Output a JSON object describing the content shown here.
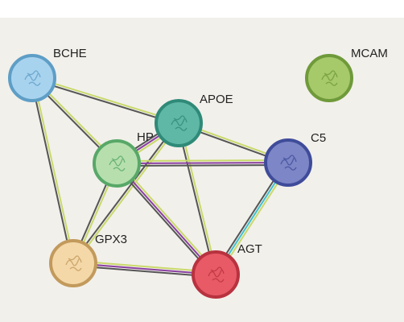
{
  "network": {
    "nodes": [
      {
        "id": "BCHE",
        "label": "BCHE",
        "color": "#a8d3ef",
        "stroke": "#5e9ec6"
      },
      {
        "id": "MCAM",
        "label": "MCAM",
        "color": "#a6c96a",
        "stroke": "#6f9a3a"
      },
      {
        "id": "APOE",
        "label": "APOE",
        "color": "#5fb7a6",
        "stroke": "#2f8a78"
      },
      {
        "id": "HP",
        "label": "HP",
        "color": "#b7dfae",
        "stroke": "#58a868"
      },
      {
        "id": "C5",
        "label": "C5",
        "color": "#7d86c6",
        "stroke": "#3f4c9a"
      },
      {
        "id": "GPX3",
        "label": "GPX3",
        "color": "#f4d8a8",
        "stroke": "#c29a5c"
      },
      {
        "id": "AGT",
        "label": "AGT",
        "color": "#e85a66",
        "stroke": "#b8323f"
      }
    ],
    "edges": [
      {
        "a": "BCHE",
        "b": "APOE",
        "colors": [
          "#c9d96a",
          "#555555"
        ]
      },
      {
        "a": "BCHE",
        "b": "HP",
        "colors": [
          "#c9d96a",
          "#555555"
        ]
      },
      {
        "a": "BCHE",
        "b": "GPX3",
        "colors": [
          "#c9d96a",
          "#555555"
        ]
      },
      {
        "a": "APOE",
        "b": "HP",
        "colors": [
          "#c9d96a",
          "#8a3fa0",
          "#555555"
        ]
      },
      {
        "a": "APOE",
        "b": "C5",
        "colors": [
          "#c9d96a",
          "#555555"
        ]
      },
      {
        "a": "APOE",
        "b": "GPX3",
        "colors": [
          "#c9d96a",
          "#555555"
        ]
      },
      {
        "a": "APOE",
        "b": "AGT",
        "colors": [
          "#c9d96a",
          "#555555"
        ]
      },
      {
        "a": "HP",
        "b": "C5",
        "colors": [
          "#c9d96a",
          "#8a3fa0",
          "#555555"
        ]
      },
      {
        "a": "HP",
        "b": "GPX3",
        "colors": [
          "#c9d96a",
          "#555555"
        ]
      },
      {
        "a": "HP",
        "b": "AGT",
        "colors": [
          "#c9d96a",
          "#8a3fa0",
          "#555555"
        ]
      },
      {
        "a": "C5",
        "b": "AGT",
        "colors": [
          "#c9d96a",
          "#3fc0d0",
          "#555555"
        ]
      },
      {
        "a": "GPX3",
        "b": "AGT",
        "colors": [
          "#c9d96a",
          "#8a3fa0",
          "#555555"
        ]
      }
    ]
  }
}
